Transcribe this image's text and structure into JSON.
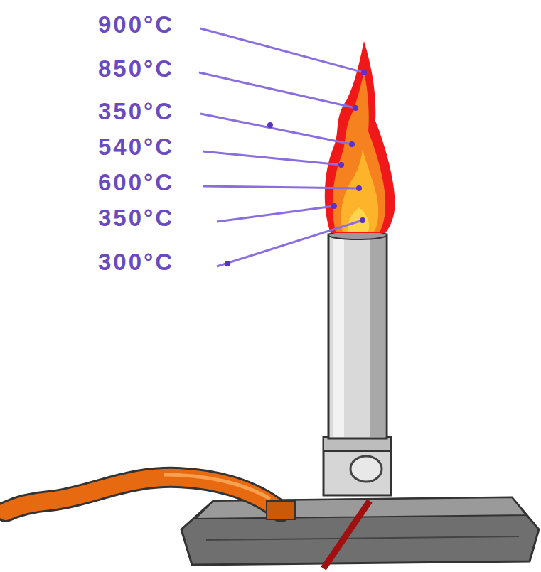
{
  "diagram": {
    "labels": [
      "900°C",
      "850°C",
      "350°C",
      "540°C",
      "600°C",
      "350°C",
      "300°C"
    ]
  }
}
